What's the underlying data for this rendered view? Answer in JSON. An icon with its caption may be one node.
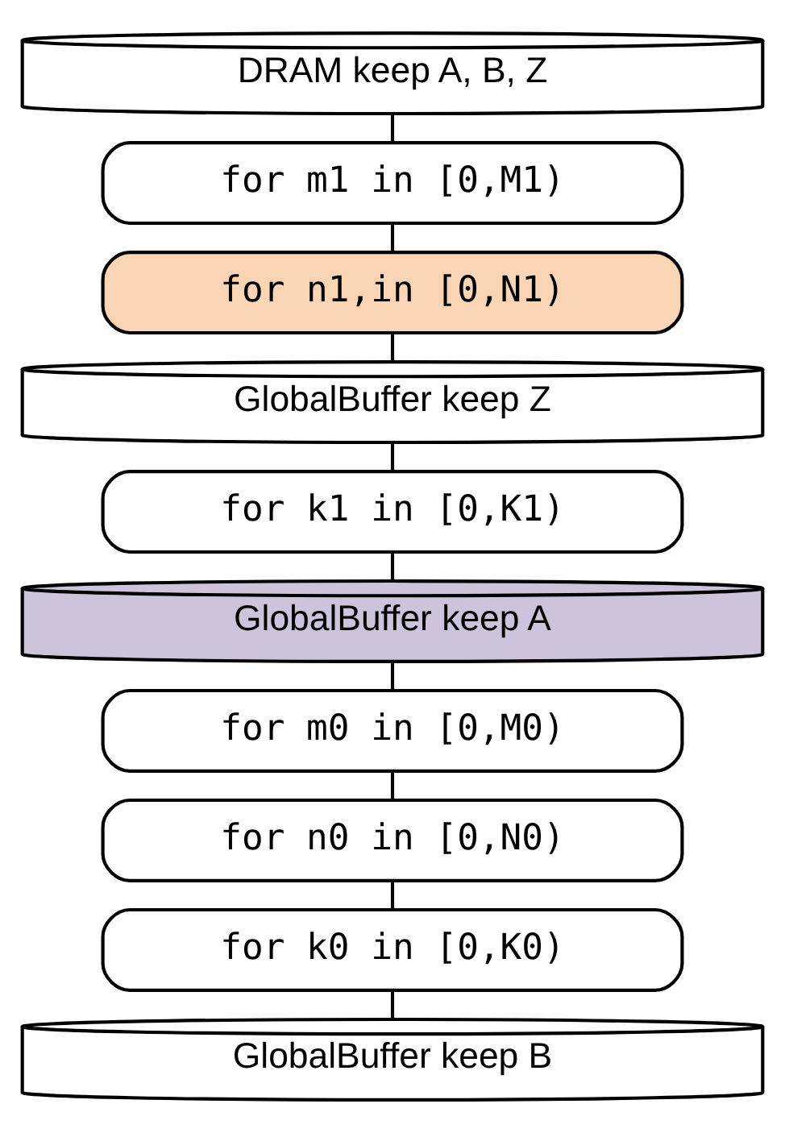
{
  "diagram": {
    "nodes": [
      {
        "text": [
          "DRAM keep A, B, Z"
        ]
      },
      {
        "text": [
          "for m1 in [0,M1)"
        ]
      },
      {
        "text": [
          "for n1,in [0,N1)"
        ]
      },
      {
        "text": [
          "GlobalBuffer keep Z"
        ]
      },
      {
        "text": [
          "for k1 in [0,K1)"
        ]
      },
      {
        "text": [
          "GlobalBuffer keep A"
        ]
      },
      {
        "text": [
          "for m0 in [0,M0)"
        ]
      },
      {
        "text": [
          "for n0 in [0,N0)"
        ]
      },
      {
        "text": [
          "for k0 in [0,K0)"
        ]
      },
      {
        "text": [
          "GlobalBuffer keep B"
        ]
      }
    ],
    "edges": [
      {
        "from": 0,
        "to": 1,
        "arrow": "none"
      },
      {
        "from": 1,
        "to": 2,
        "arrow": "none"
      },
      {
        "from": 2,
        "to": 3,
        "arrow": "none"
      },
      {
        "from": 3,
        "to": 4,
        "arrow": "none"
      },
      {
        "from": 4,
        "to": 5,
        "arrow": "none"
      },
      {
        "from": 5,
        "to": 6,
        "arrow": "none"
      },
      {
        "from": 6,
        "to": 7,
        "arrow": "none"
      },
      {
        "from": 7,
        "to": 8,
        "arrow": "none"
      },
      {
        "from": 8,
        "to": 9,
        "arrow": "none"
      }
    ]
  }
}
